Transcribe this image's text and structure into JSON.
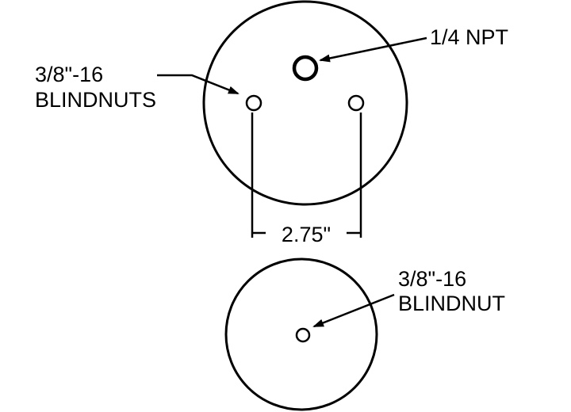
{
  "diagram": {
    "top_plate": {
      "port_label": "1/4 NPT",
      "blindnuts_label_line1": "3/8\"-16",
      "blindnuts_label_line2": "BLINDNUTS",
      "spacing_dimension": "2.75\""
    },
    "bottom_plate": {
      "blindnut_label_line1": "3/8\"-16",
      "blindnut_label_line2": "BLINDNUT"
    },
    "colors": {
      "line": "#000000",
      "background": "#ffffff"
    }
  }
}
